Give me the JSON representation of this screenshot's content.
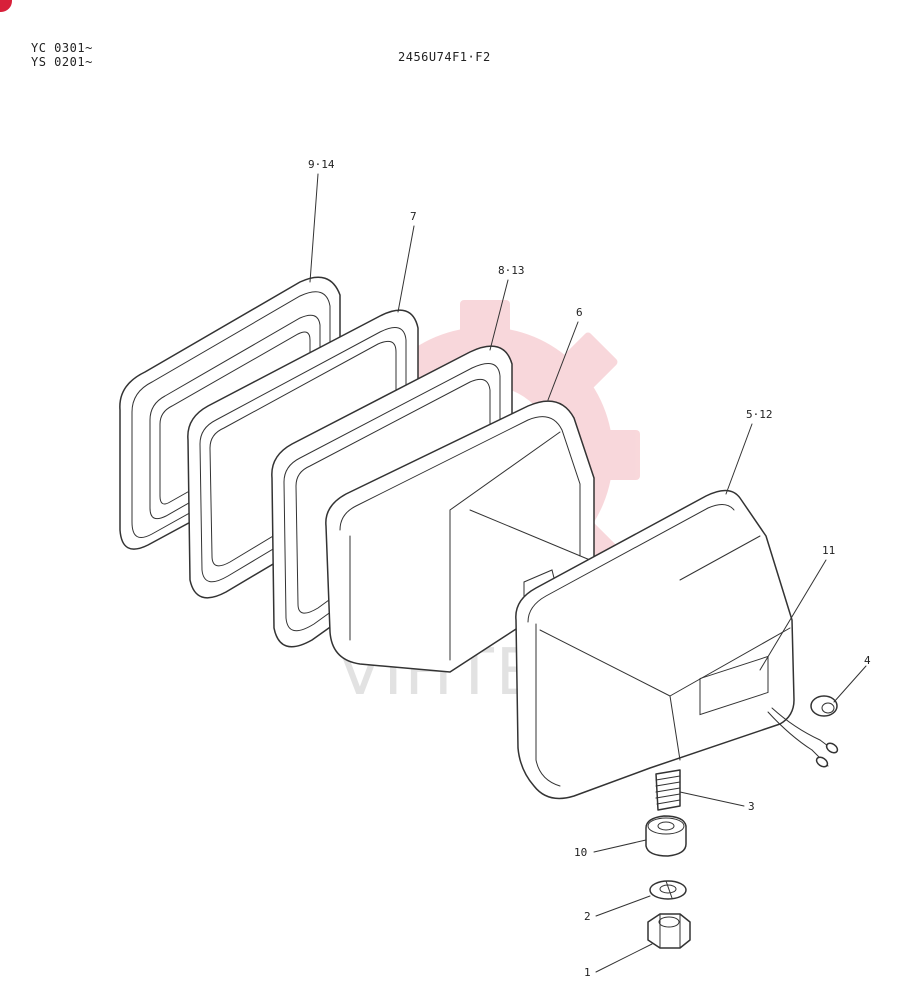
{
  "header": {
    "serial_lines": [
      "YC 0301~",
      "YS 0201~"
    ],
    "diagram_code": "2456U74F1·F2"
  },
  "watermark": {
    "text": "VIHTEX",
    "color": "#f4b8be"
  },
  "callouts": [
    {
      "id": "c-9-14",
      "label": "9·14"
    },
    {
      "id": "c-7",
      "label": "7"
    },
    {
      "id": "c-8-13",
      "label": "8·13"
    },
    {
      "id": "c-6",
      "label": "6"
    },
    {
      "id": "c-5-12",
      "label": "5·12"
    },
    {
      "id": "c-11",
      "label": "11"
    },
    {
      "id": "c-4",
      "label": "4"
    },
    {
      "id": "c-3",
      "label": "3"
    },
    {
      "id": "c-10",
      "label": "10"
    },
    {
      "id": "c-2",
      "label": "2"
    },
    {
      "id": "c-1",
      "label": "1"
    }
  ]
}
